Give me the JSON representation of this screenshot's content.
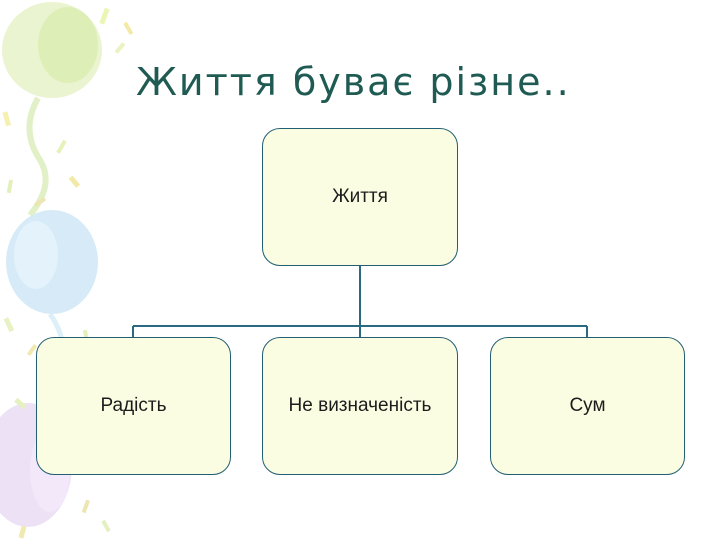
{
  "slide": {
    "title": "Життя буває різне.."
  },
  "diagram": {
    "root": {
      "label": "Життя"
    },
    "children": [
      {
        "label": "Радість"
      },
      {
        "label": "Не визначеність"
      },
      {
        "label": "Сум"
      }
    ]
  },
  "colors": {
    "title": "#1f5b53",
    "node_fill": "#fbfde2",
    "node_border": "#235f73",
    "connector": "#2a6a80"
  },
  "decorations": [
    "balloon-green",
    "balloon-blue",
    "balloon-purple",
    "confetti"
  ]
}
